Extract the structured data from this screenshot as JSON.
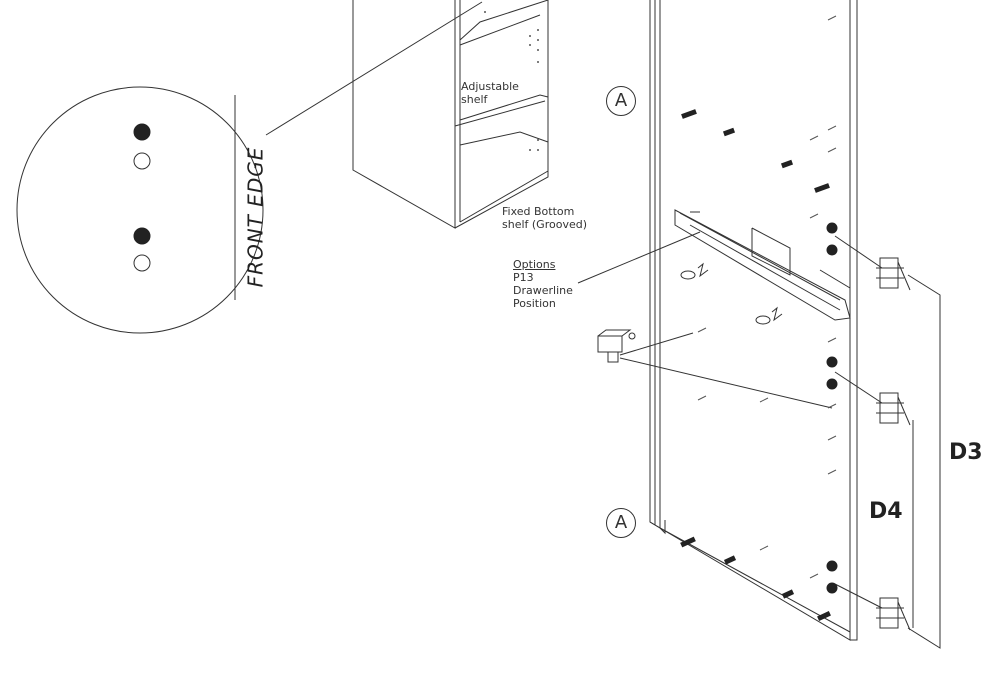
{
  "labels": {
    "adjustable_shelf": "Adjustable\nshelf",
    "fixed_bottom": "Fixed Bottom\nshelf (Grooved)",
    "options": "Options",
    "options_rest": "P13\nDrawerline\nPosition",
    "front_edge": "FRONT EDGE",
    "marker_top": "A",
    "marker_bottom": "A",
    "d3": "D3",
    "d4": "D4"
  },
  "colors": {
    "line": "#333333",
    "fill_dark": "#222222"
  }
}
